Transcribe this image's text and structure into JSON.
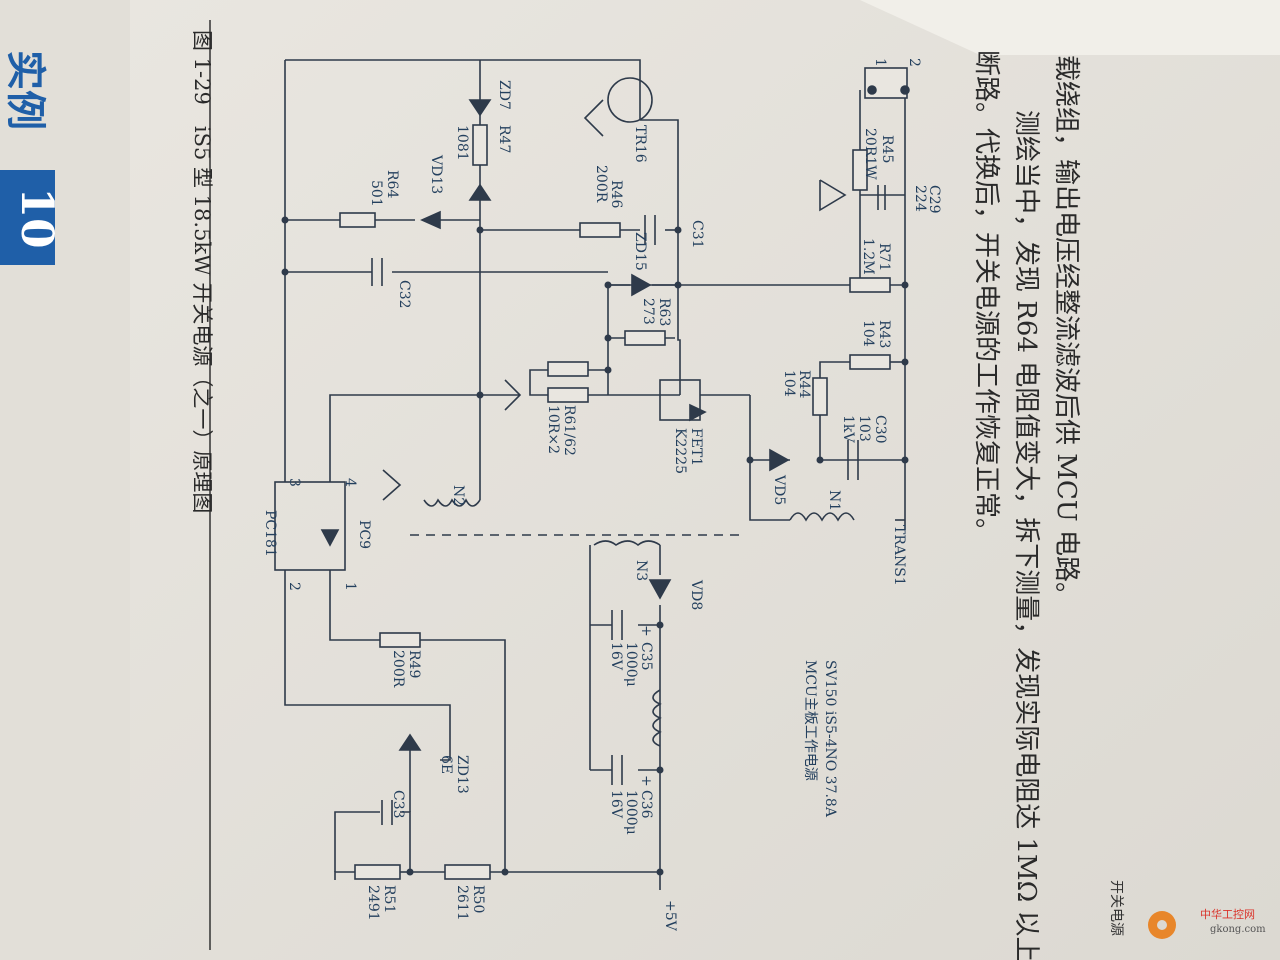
{
  "colors": {
    "paper": "#e7e4de",
    "ink": "#2e3a4a",
    "label_blue": "#24405e",
    "text_dark": "#2a2a2a",
    "logo_orange": "#e8862a"
  },
  "body_text": {
    "line1": "载绕组，输出电压经整流滤波后供 MCU 电路。",
    "line2": "测绘当中，发现 R64 电阻值变大，拆下测量，发现实际电阻达 1MΩ 以上",
    "line3": "断路。代换后，开关电源的工作恢复正常。"
  },
  "caption": "图 1-29　iS5 型 18.5kW 开关电源（之一）原理图",
  "header_right": "开关电源",
  "chapter_number": "10",
  "chapter_label": "实例",
  "board_note": {
    "line1": "SV150 iS5-4NO 37.8A",
    "line2": "MCU主板工作电源"
  },
  "watermark": {
    "name": "中华工控网",
    "url": "gkong.com"
  },
  "components": {
    "r45": {
      "ref": "R45",
      "val": "20R1W"
    },
    "c29": {
      "ref": "C29",
      "val": "224"
    },
    "r71": {
      "ref": "R71",
      "val": "1.2M"
    },
    "r43": {
      "ref": "R43",
      "val": "104"
    },
    "r44": {
      "ref": "R44",
      "val": "104"
    },
    "c30": {
      "ref": "C30",
      "val1": "103",
      "val2": "1kV"
    },
    "vd5": {
      "ref": "VD5"
    },
    "n1": {
      "ref": "N1"
    },
    "trans": {
      "ref": "TRANS1"
    },
    "tr16": {
      "ref": "TR16"
    },
    "c31": {
      "ref": "C31"
    },
    "r46": {
      "ref": "R46",
      "val": "200R"
    },
    "zd15": {
      "ref": "ZD15"
    },
    "r63": {
      "ref": "R63",
      "val": "273"
    },
    "r6162": {
      "ref": "R61/62",
      "val": "10R×2"
    },
    "fet1": {
      "ref": "FET1",
      "val": "K2225"
    },
    "zd7": {
      "ref": "ZD7"
    },
    "r47": {
      "ref": "R47",
      "val": "1081"
    },
    "vd13": {
      "ref": "VD13"
    },
    "r64": {
      "ref": "R64",
      "val": "501"
    },
    "c32": {
      "ref": "C32"
    },
    "n2": {
      "ref": "N2"
    },
    "pc9": {
      "ref": "PC9",
      "val": "PC181"
    },
    "n3": {
      "ref": "N3"
    },
    "vd8": {
      "ref": "VD8"
    },
    "c35": {
      "ref": "C35",
      "val1": "1000μ",
      "val2": "16V"
    },
    "c36": {
      "ref": "C36",
      "val1": "1000μ",
      "val2": "16V"
    },
    "r49": {
      "ref": "R49",
      "val": "200R"
    },
    "zd13": {
      "ref": "ZD13",
      "val": "6E"
    },
    "c33": {
      "ref": "C33"
    },
    "r50": {
      "ref": "R50",
      "val": "2611"
    },
    "r51": {
      "ref": "R51",
      "val": "2491"
    },
    "out": {
      "label": "+5V"
    }
  },
  "pins": {
    "p1": "1",
    "p2": "2",
    "p3": "3",
    "p4": "4",
    "plus": "+"
  }
}
